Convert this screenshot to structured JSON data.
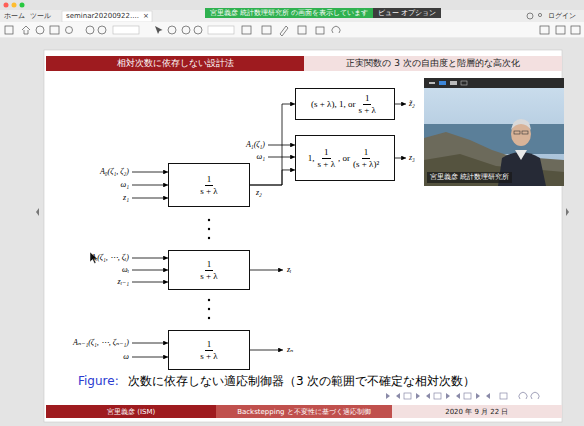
{
  "diagram": {
    "caption": "次数に依存しない適応制御器（3 次の範囲で不確定な相対次数）",
    "nodes": [
      {
        "text": [
          "宮里義彦 統計数理研究所 の画面を表示しています",
          "ビュー オプション"
        ]
      },
      {
        "text": [
          "相対次数に依存しない設計法",
          "正実関数の 3 次の自由度と階層的な高次化"
        ]
      },
      {
        "text": [
          "宮里義彦 統計数理研究所"
        ]
      },
      {
        "text": [
          "1",
          "s + λ"
        ]
      },
      {
        "text": [
          "(s + λ), 1, or",
          "1",
          "s + λ"
        ]
      },
      {
        "text": [
          "1,",
          "1",
          "s + λ",
          ", or",
          "1",
          "(s + λ)²"
        ]
      },
      {
        "text": [
          "1",
          "s + λ"
        ]
      },
      {
        "text": [
          "1",
          "s + λ"
        ]
      },
      {
        "text": [
          "宮里義彦 (ISM)",
          "Backstepping と不変性に基づく適応制御",
          "2020 年 9 月 22 日"
        ]
      }
    ],
    "edges": [
      {
        "from": 3,
        "to": 4,
        "arrow": "to"
      },
      {
        "from": 3,
        "to": 5,
        "arrow": "to"
      }
    ],
    "labels": [
      "ホーム",
      "ツール",
      "seminar20200922....",
      "×",
      "ログイン",
      "A₀(ζ₁, ζ₂)",
      "ω₁",
      "z₁",
      "A₁(ζ₁)",
      "ω₁",
      "z₂",
      "z̃₂",
      "z₃",
      "Aᵢ(ζ₁, ⋯, ζᵢ)",
      "ωᵢ",
      "zᵢ₋₁",
      "zᵢ",
      "Aₙ₋₁(ζ₁, ⋯, ζₙ₋₁)",
      "ω",
      "zₙ",
      "Figure:"
    ]
  }
}
